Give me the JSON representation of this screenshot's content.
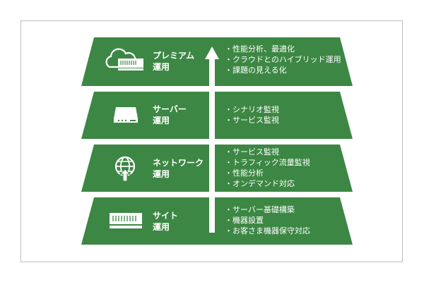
{
  "colors": {
    "band": "#3c8744",
    "text": "#ffffff",
    "frame": "#bdbdbd"
  },
  "tiers": [
    {
      "icon": "cloud-server-icon",
      "title_line1": "プレミアム",
      "title_line2": "運用",
      "features": [
        "性能分析、最適化",
        "クラウドとのハイブリッド運用",
        "課題の見える化"
      ]
    },
    {
      "icon": "server-box-icon",
      "title_line1": "サーバー",
      "title_line2": "運用",
      "features": [
        "シナリオ監視",
        "サービス監視"
      ]
    },
    {
      "icon": "network-globe-icon",
      "title_line1": "ネットワーク",
      "title_line2": "運用",
      "features": [
        "サービス監視",
        "トラフィック流量監視",
        "性能分析",
        "オンデマンド対応"
      ]
    },
    {
      "icon": "rack-server-icon",
      "title_line1": "サイト",
      "title_line2": "運用",
      "features": [
        "サーバー基礎構築",
        "機器設置",
        "お客さま機器保守対応"
      ]
    }
  ]
}
